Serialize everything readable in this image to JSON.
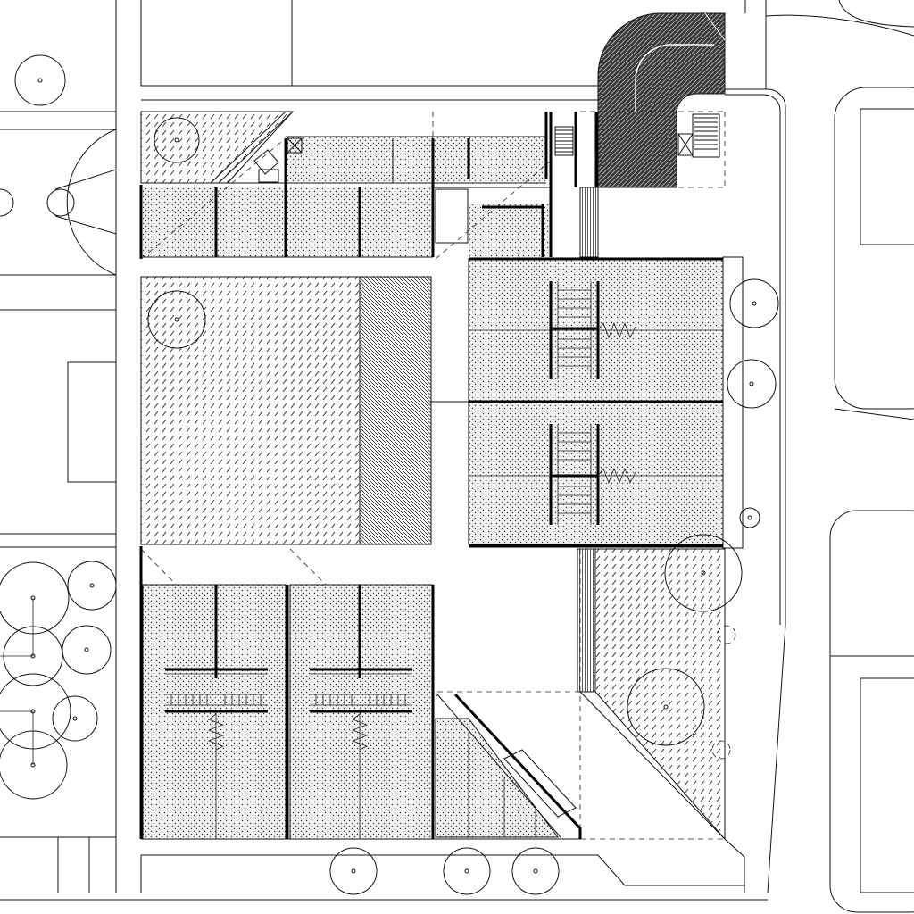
{
  "drawing": {
    "type": "architectural site plan",
    "labels": []
  },
  "colors": {
    "line": "#111111",
    "background": "#ffffff",
    "road_fill": "#444444"
  },
  "patterns": [
    "dash-hatch",
    "dot-stipple",
    "diagonal-hatch",
    "road-hatch"
  ],
  "zones": [
    {
      "id": "north-wing",
      "pattern": "dot-stipple"
    },
    {
      "id": "north-west-terrace",
      "pattern": "dash-hatch"
    },
    {
      "id": "central-courtyard",
      "pattern": "dash-hatch"
    },
    {
      "id": "central-ramp",
      "pattern": "diagonal-hatch"
    },
    {
      "id": "east-classrooms",
      "pattern": "dot-stipple"
    },
    {
      "id": "south-classrooms",
      "pattern": "dot-stipple"
    },
    {
      "id": "south-east-garden",
      "pattern": "dash-hatch"
    },
    {
      "id": "road-curve",
      "pattern": "road-hatch"
    }
  ],
  "trees": {
    "count": 17
  }
}
